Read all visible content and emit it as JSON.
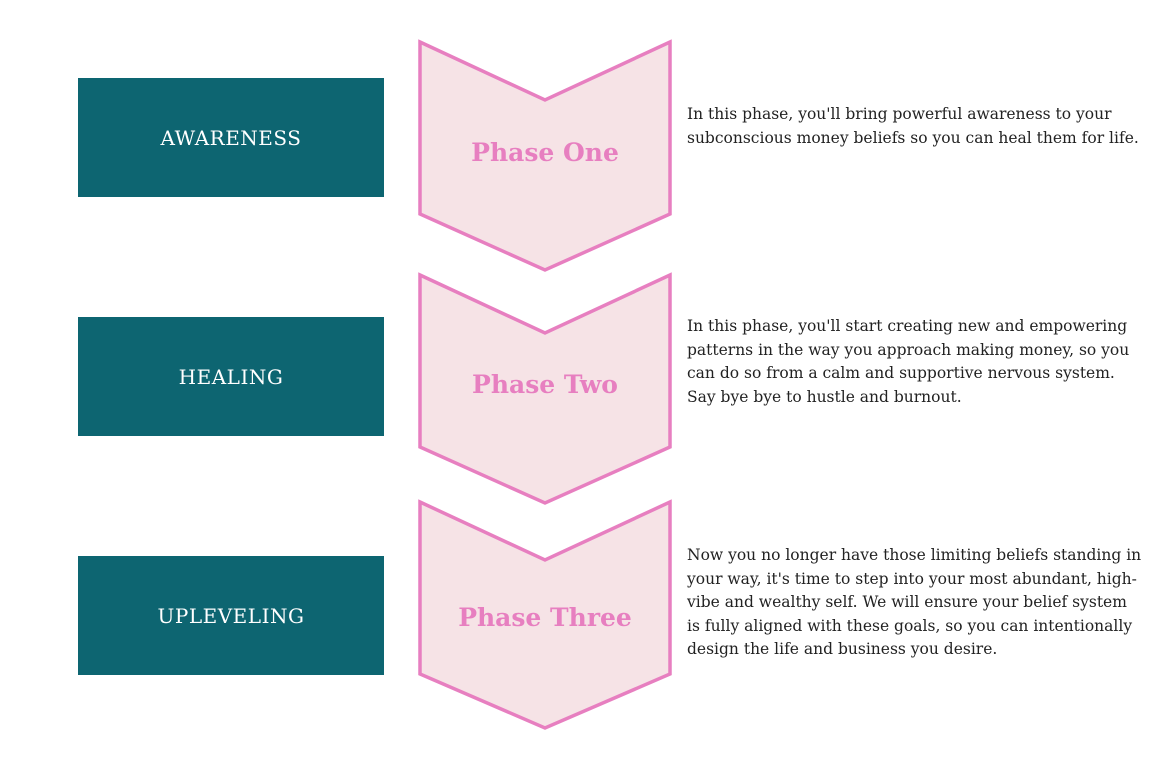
{
  "phases": [
    {
      "label": "AWARENESS",
      "title": "Phase One",
      "description": "In this phase, you'll bring powerful awareness to your subconscious money beliefs so you can heal them for life."
    },
    {
      "label": "HEALING",
      "title": "Phase Two",
      "description": "In this phase, you'll start creating new and empowering patterns in the way you approach making money, so you can do so from a calm and supportive nervous system. Say bye bye to hustle and burnout."
    },
    {
      "label": "UPLEVELING",
      "title": "Phase Three",
      "description": "Now you no longer have those limiting beliefs standing in your way, it's time to step into your most abundant, high-vibe and wealthy self. We will ensure your belief system is fully aligned with these goals, so you can intentionally design the life and business you desire."
    }
  ],
  "colors": {
    "label_bg": "#0d6571",
    "label_text": "#ffffff",
    "chevron_fill": "#f6e3e6",
    "chevron_stroke": "#e77fc0",
    "chevron_text": "#e77fc0",
    "body_text": "#222222"
  }
}
